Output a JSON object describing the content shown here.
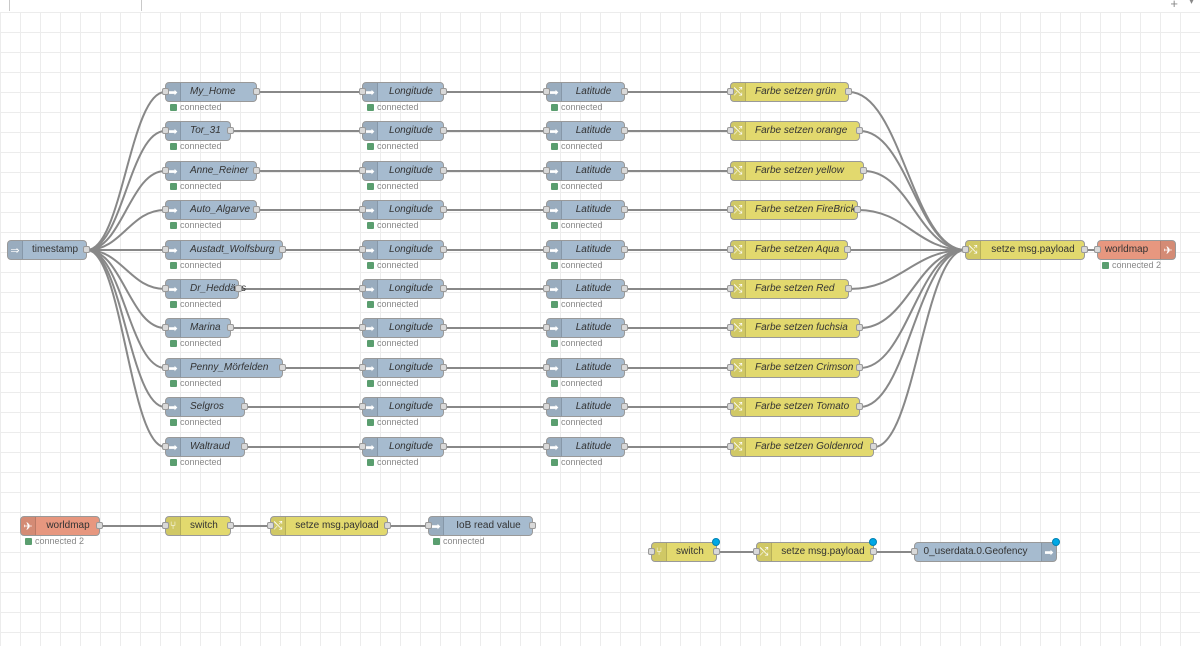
{
  "toolbar": {
    "add_label": "+",
    "menu_label": "▾"
  },
  "colors": {
    "iobroker": "#a6bbcf",
    "change": "#e2d96e",
    "worldmap": "#e7977f",
    "status": "#5a9e6f",
    "wire": "#888888"
  },
  "inject": {
    "label": "timestamp"
  },
  "worldmap_out": {
    "label": "worldmap",
    "status": "connected 2"
  },
  "join_change": {
    "label": "setze msg.payload"
  },
  "rows": [
    {
      "device": "My_Home",
      "device_status": "connected",
      "lon": "Longitude",
      "lon_status": "connected",
      "lat": "Latitude",
      "lat_status": "connected",
      "color": "Farbe setzen grün"
    },
    {
      "device": "Tor_31",
      "device_status": "connected",
      "lon": "Longitude",
      "lon_status": "connected",
      "lat": "Latitude",
      "lat_status": "connected",
      "color": "Farbe setzen orange"
    },
    {
      "device": "Anne_Reiner",
      "device_status": "connected",
      "lon": "Longitude",
      "lon_status": "connected",
      "lat": "Latitude",
      "lat_status": "connected",
      "color": "Farbe setzen yellow"
    },
    {
      "device": "Auto_Algarve",
      "device_status": "connected",
      "lon": "Longitude",
      "lon_status": "connected",
      "lat": "Latitude",
      "lat_status": "connected",
      "color": "Farbe setzen FireBrick"
    },
    {
      "device": "Austadt_Wolfsburg",
      "device_status": "connected",
      "lon": "Longitude",
      "lon_status": "connected",
      "lat": "Latitude",
      "lat_status": "connected",
      "color": "Farbe setzen Aqua"
    },
    {
      "device": "Dr_Heddäus",
      "device_status": "connected",
      "lon": "Longitude",
      "lon_status": "connected",
      "lat": "Latitude",
      "lat_status": "connected",
      "color": "Farbe setzen Red"
    },
    {
      "device": "Marina",
      "device_status": "connected",
      "lon": "Longitude",
      "lon_status": "connected",
      "lat": "Latitude",
      "lat_status": "connected",
      "color": "Farbe setzen fuchsia"
    },
    {
      "device": "Penny_Mörfelden",
      "device_status": "connected",
      "lon": "Longitude",
      "lon_status": "connected",
      "lat": "Latitude",
      "lat_status": "connected",
      "color": "Farbe setzen Crimson"
    },
    {
      "device": "Selgros",
      "device_status": "connected",
      "lon": "Longitude",
      "lon_status": "connected",
      "lat": "Latitude",
      "lat_status": "connected",
      "color": "Farbe setzen Tomato"
    },
    {
      "device": "Waltraud",
      "device_status": "connected",
      "lon": "Longitude",
      "lon_status": "connected",
      "lat": "Latitude",
      "lat_status": "connected",
      "color": "Farbe setzen Goldenrod"
    }
  ],
  "flow2": {
    "worldmap_in": {
      "label": "worldmap",
      "status": "connected 2"
    },
    "switch": {
      "label": "switch"
    },
    "change": {
      "label": "setze msg.payload"
    },
    "iob_read": {
      "label": "IoB read value",
      "status": "connected"
    }
  },
  "flow3": {
    "switch": {
      "label": "switch"
    },
    "change": {
      "label": "setze msg.payload"
    },
    "iob_out": {
      "label": "0_userdata.0.Geofency"
    }
  }
}
